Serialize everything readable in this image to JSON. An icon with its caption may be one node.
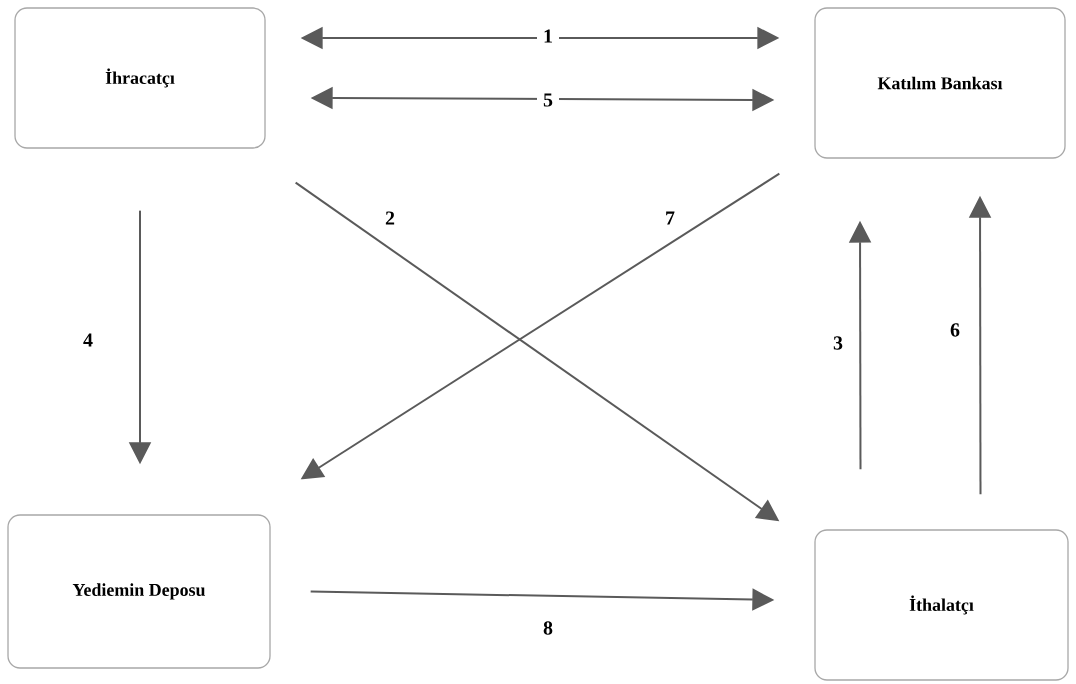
{
  "diagram": {
    "nodes": [
      {
        "text": [
          "İhracatçı"
        ]
      },
      {
        "text": [
          "Katılım Bankası"
        ]
      },
      {
        "text": [
          "Yediemin Deposu"
        ]
      },
      {
        "text": [
          "İthalatçı"
        ]
      }
    ],
    "edges": [
      {
        "from": 0,
        "to": 1,
        "arrow": "both",
        "label": "1"
      },
      {
        "from": 0,
        "to": 3,
        "arrow": "to",
        "label": "2"
      },
      {
        "from": 3,
        "to": 1,
        "arrow": "to",
        "label": "3"
      },
      {
        "from": 0,
        "to": 2,
        "arrow": "to",
        "label": "4"
      },
      {
        "from": 0,
        "to": 1,
        "arrow": "both",
        "label": "5"
      },
      {
        "from": 3,
        "to": 1,
        "arrow": "to",
        "label": "6"
      },
      {
        "from": 1,
        "to": 2,
        "arrow": "to",
        "label": "7"
      },
      {
        "from": 2,
        "to": 3,
        "arrow": "to",
        "label": "8"
      }
    ]
  }
}
